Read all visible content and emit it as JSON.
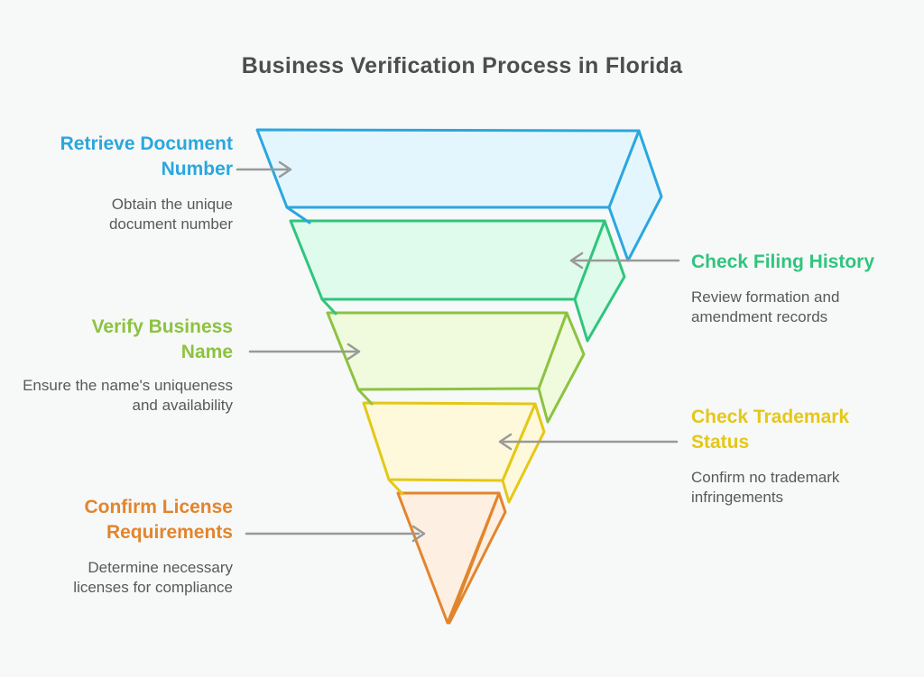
{
  "background": "#F7F8F8",
  "header": {
    "title": "Business Verification Process in Florida",
    "color": "#4D4D4D"
  },
  "arrow_color": "#999999",
  "description_color": "#58595B",
  "steps": [
    {
      "label": "Retrieve Document Number",
      "description": "Obtain the unique document number",
      "color": "#2AA7DE",
      "fill": "#E4F6FD",
      "side": "left"
    },
    {
      "label": "Check Filing History",
      "description": "Review formation and amendment records",
      "color": "#2FC57D",
      "fill": "#DFFBEC",
      "side": "right"
    },
    {
      "label": "Verify Business Name",
      "description": "Ensure the name's uniqueness and availability",
      "color": "#8CC340",
      "fill": "#F0FBDE",
      "side": "left"
    },
    {
      "label": "Check Trademark Status",
      "description": "Confirm no trademark infringements",
      "color": "#E4C816",
      "fill": "#FFF9DC",
      "side": "right"
    },
    {
      "label": "Confirm License Requirements",
      "description": "Determine necessary licenses for compliance",
      "color": "#E2852C",
      "fill": "#FDEFE2",
      "side": "left"
    }
  ]
}
